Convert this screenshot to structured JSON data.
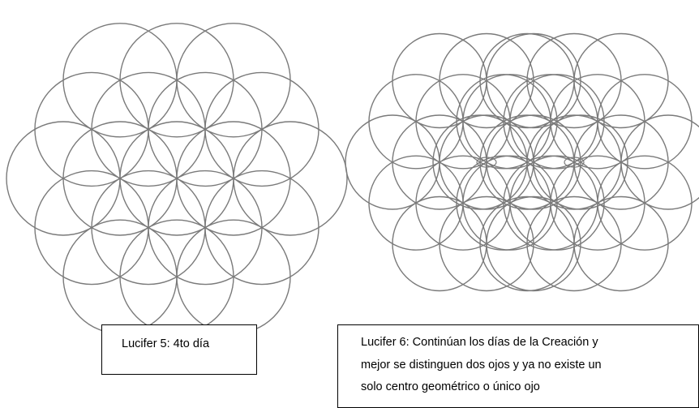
{
  "captions": {
    "left": {
      "line1": "Lucifer 5: 4to día"
    },
    "right": {
      "line1": "Lucifer 6: Continúan los días de la Creación y",
      "line2": "mejor se distinguen dos ojos y ya no existe un",
      "line3": "solo centro geométrico o único ojo"
    }
  },
  "colors": {
    "stroke": "#7a7a7a",
    "border": "#000000",
    "background": "#ffffff"
  }
}
